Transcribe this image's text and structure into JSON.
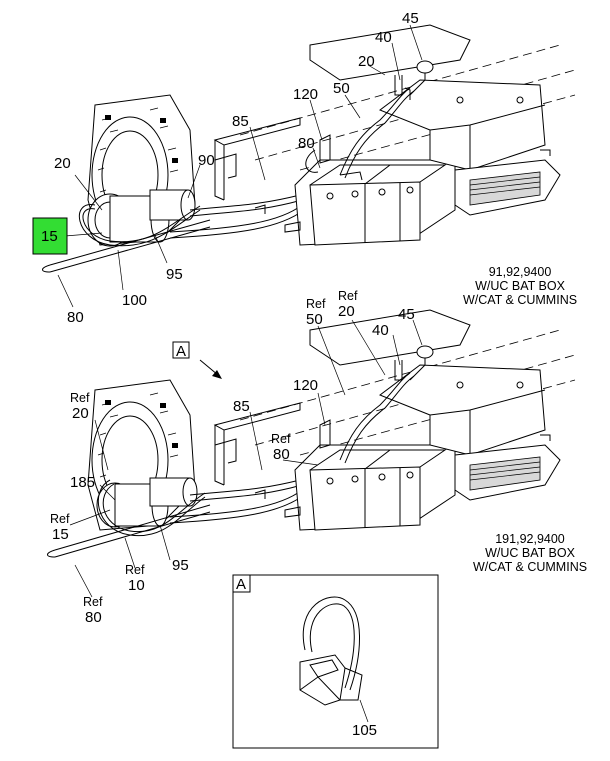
{
  "diagram": {
    "upper_view": {
      "caption": [
        "91,92,9400",
        "W/UC BAT BOX",
        "W/CAT & CUMMINS"
      ],
      "callouts": {
        "c45": "45",
        "c40": "40",
        "c20_top": "20",
        "c50": "50",
        "c120": "120",
        "c85": "85",
        "c80_mid": "80",
        "c20_left": "20",
        "c90": "90",
        "c15": "15",
        "c95": "95",
        "c100": "100",
        "c80_bottom": "80"
      },
      "highlight_color": "#33dd33"
    },
    "lower_view": {
      "caption": [
        "191,92,9400",
        "W/UC BAT BOX",
        "W/CAT & CUMMINS"
      ],
      "view_marker": "A",
      "callouts": {
        "ref50_a": "Ref",
        "ref50_b": "50",
        "ref20_top_a": "Ref",
        "ref20_top_b": "20",
        "c40": "40",
        "c45": "45",
        "c120": "120",
        "c85": "85",
        "ref80_mid_a": "Ref",
        "ref80_mid_b": "80",
        "ref20_left_a": "Ref",
        "ref20_left_b": "20",
        "c185": "185",
        "ref15_a": "Ref",
        "ref15_b": "15",
        "c95": "95",
        "ref10_a": "Ref",
        "ref10_b": "10",
        "ref80_bottom_a": "Ref",
        "ref80_bottom_b": "80"
      }
    },
    "detail_view": {
      "label": "A",
      "callout": "105"
    }
  }
}
